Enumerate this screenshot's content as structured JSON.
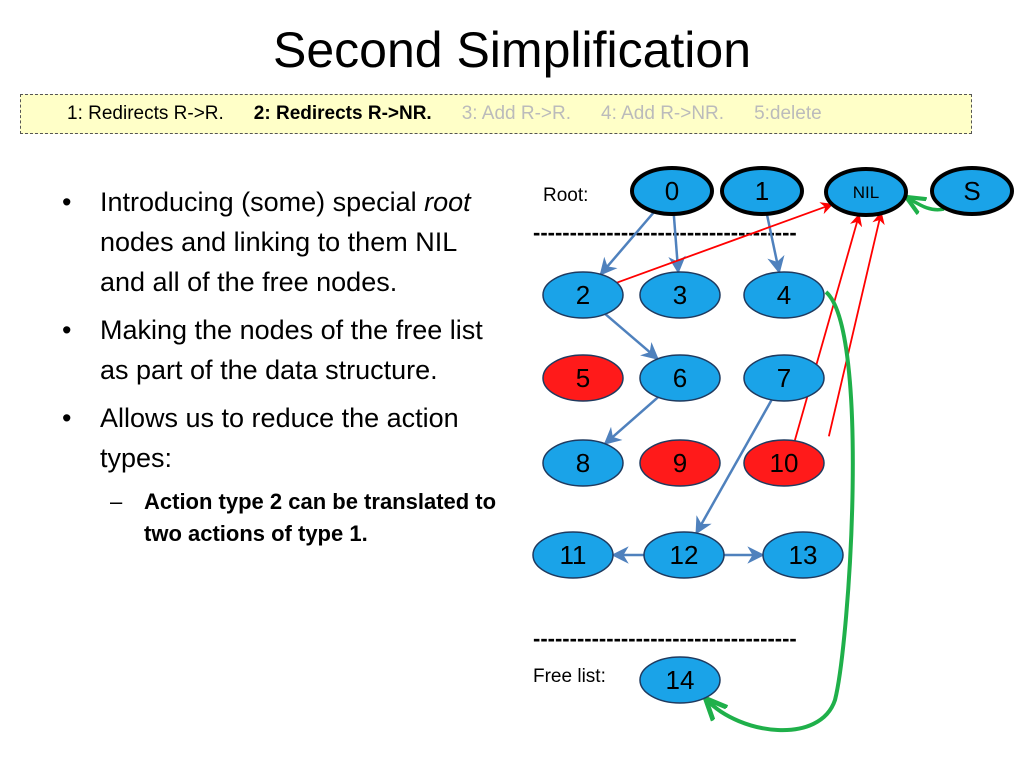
{
  "title": "Second Simplification",
  "actions": [
    {
      "text": "1: Redirects R->R.",
      "state": "normal"
    },
    {
      "text": "2: Redirects R->NR.",
      "state": "active"
    },
    {
      "text": "3: Add R->R.",
      "state": "dim"
    },
    {
      "text": "4: Add R->NR.",
      "state": "dim"
    },
    {
      "text": "5:delete",
      "state": "dim"
    }
  ],
  "bullets": {
    "b1_pre": "Introducing (some) special ",
    "b1_em": "root",
    "b1_post": " nodes and linking to them NIL and all of the free nodes.",
    "b2": "Making the nodes of the free list as part of the data structure.",
    "b3": "Allows us to reduce the action types:",
    "sub1": "Action type 2 can be translated to two actions of  type 1."
  },
  "diagram": {
    "root_label": "Root:",
    "free_label": "Free list:",
    "separator": "------------------------------------",
    "colors": {
      "blue": "#1aa3e8",
      "red": "#ff1a1a",
      "blue_edge": "#4f81bd",
      "red_edge": "#ff0000",
      "green_edge": "#1fb04a"
    },
    "nodes": [
      {
        "id": "0",
        "label": "0",
        "color": "blue",
        "dark": true
      },
      {
        "id": "1",
        "label": "1",
        "color": "blue",
        "dark": true
      },
      {
        "id": "NIL",
        "label": "NIL",
        "color": "blue",
        "dark": true,
        "small": true
      },
      {
        "id": "S",
        "label": "S",
        "color": "blue",
        "dark": true
      },
      {
        "id": "2",
        "label": "2",
        "color": "blue"
      },
      {
        "id": "3",
        "label": "3",
        "color": "blue"
      },
      {
        "id": "4",
        "label": "4",
        "color": "blue"
      },
      {
        "id": "5",
        "label": "5",
        "color": "red"
      },
      {
        "id": "6",
        "label": "6",
        "color": "blue"
      },
      {
        "id": "7",
        "label": "7",
        "color": "blue"
      },
      {
        "id": "8",
        "label": "8",
        "color": "blue"
      },
      {
        "id": "9",
        "label": "9",
        "color": "red"
      },
      {
        "id": "10",
        "label": "10",
        "color": "red"
      },
      {
        "id": "11",
        "label": "11",
        "color": "blue"
      },
      {
        "id": "12",
        "label": "12",
        "color": "blue"
      },
      {
        "id": "13",
        "label": "13",
        "color": "blue"
      },
      {
        "id": "14",
        "label": "14",
        "color": "blue"
      }
    ],
    "edges": [
      {
        "from": "0",
        "to": "2",
        "kind": "blue"
      },
      {
        "from": "0",
        "to": "3",
        "kind": "blue"
      },
      {
        "from": "1",
        "to": "4",
        "kind": "blue"
      },
      {
        "from": "2",
        "to": "6",
        "kind": "blue"
      },
      {
        "from": "6",
        "to": "8",
        "kind": "blue"
      },
      {
        "from": "7",
        "to": "12",
        "kind": "blue"
      },
      {
        "from": "12",
        "to": "11",
        "kind": "blue"
      },
      {
        "from": "12",
        "to": "13",
        "kind": "blue"
      },
      {
        "from": "2",
        "to": "NIL",
        "kind": "red"
      },
      {
        "from": "10",
        "to": "NIL",
        "kind": "red"
      },
      {
        "from": "10",
        "to": "NIL",
        "kind": "red",
        "variant": "b"
      },
      {
        "from": "S",
        "to": "NIL",
        "kind": "green"
      },
      {
        "from": "4",
        "to": "14",
        "kind": "green"
      }
    ]
  }
}
